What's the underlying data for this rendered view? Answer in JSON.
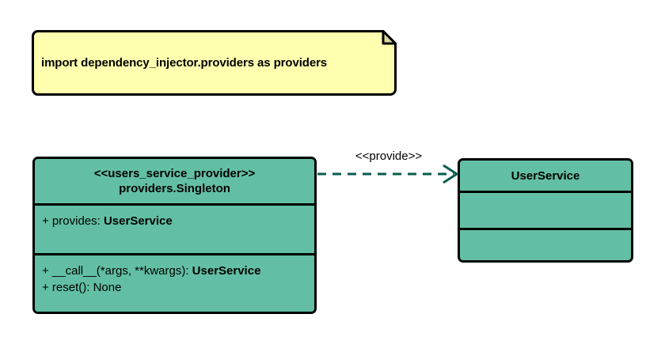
{
  "diagram": {
    "type": "uml-class-diagram",
    "background": "#ffffff",
    "colors": {
      "class_fill": "#62bfa5",
      "note_fill": "#ffffb0",
      "note_fold": "#d6d69a",
      "outline": "#000000",
      "connector": "#0a5c4e"
    },
    "note": {
      "text": "import dependency_injector.providers as providers"
    },
    "classes": [
      {
        "id": "users-service-provider",
        "stereotype": "<<users_service_provider>>",
        "name": "providers.Singleton",
        "attributes": [
          {
            "visibility": "+",
            "name": "provides",
            "type": "UserService",
            "text_prefix": "+ provides: ",
            "text_type": "UserService"
          }
        ],
        "operations": [
          {
            "visibility": "+",
            "signature": "__call__(*args, **kwargs)",
            "type": "UserService",
            "text_prefix": "+ __call__(*args, **kwargs): ",
            "text_type": "UserService"
          },
          {
            "visibility": "+",
            "signature": "reset()",
            "type": "None",
            "text_prefix": "+ reset(): None",
            "text_type": ""
          }
        ]
      },
      {
        "id": "user-service",
        "stereotype": "",
        "name": "UserService",
        "attributes": [],
        "operations": []
      }
    ],
    "connectors": [
      {
        "id": "provide-dependency",
        "kind": "dependency",
        "label": "<<provide>>",
        "from": "users-service-provider",
        "to": "user-service",
        "line_style": "dashed",
        "arrow_head": "open"
      }
    ]
  }
}
